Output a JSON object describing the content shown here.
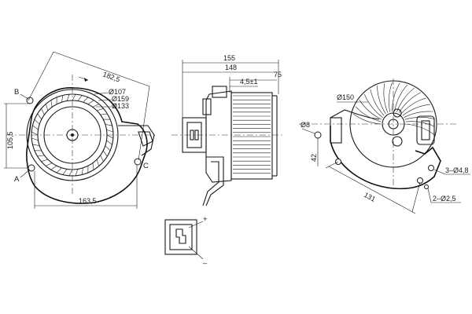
{
  "front_view": {
    "dims": {
      "d_182_5": "182,5",
      "d_107": "Ø107",
      "d_159": "Ø159",
      "d_133": "Ø133",
      "d_105_5": "105,5",
      "d_163_5": "163,5"
    },
    "labels": {
      "a": "A",
      "b": "B",
      "c": "C"
    }
  },
  "side_view": {
    "dims": {
      "d_155": "155",
      "d_148": "148",
      "d_75": "75",
      "d_4_5": "4,5±1"
    }
  },
  "rear_view": {
    "dims": {
      "d_150": "Ø150",
      "d_8": "Ø8",
      "d_42": "42",
      "d_131": "131",
      "d_3_4_8": "3–Ø4,8",
      "d_2_2_5": "2–Ø2,5"
    }
  },
  "connector": {
    "plus": "+",
    "minus": "–"
  }
}
